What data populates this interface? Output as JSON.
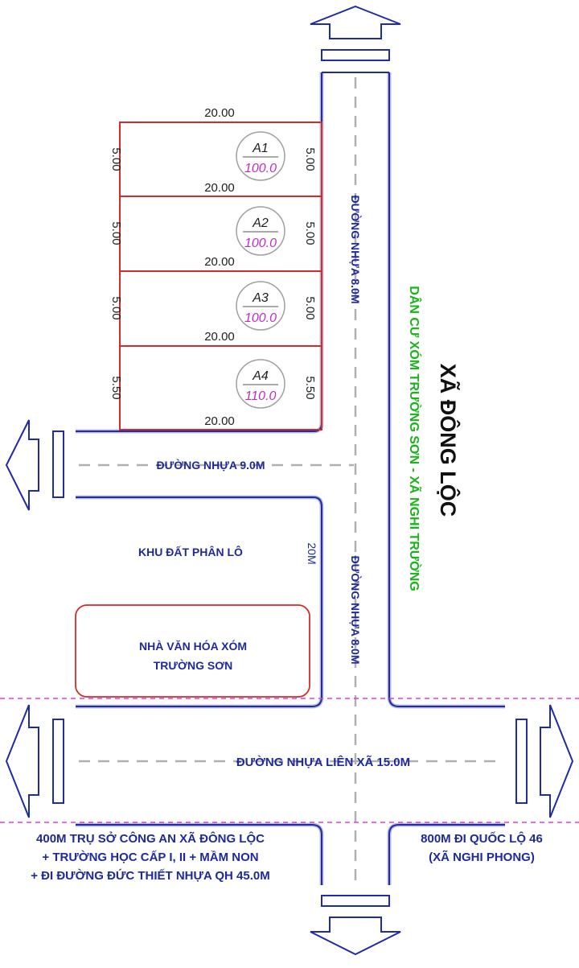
{
  "lots": [
    {
      "id": "A1",
      "area": "100.0",
      "top": "20.00",
      "left": "5.00",
      "right": "5.00"
    },
    {
      "id": "A2",
      "area": "100.0",
      "top": "20.00",
      "left": "5.00",
      "right": "5.00"
    },
    {
      "id": "A3",
      "area": "100.0",
      "top": "20.00",
      "left": "5.00",
      "right": "5.00"
    },
    {
      "id": "A4",
      "area": "110.0",
      "top": "20.00",
      "left": "5.50",
      "right": "5.50",
      "bottom": "20.00"
    }
  ],
  "roads": {
    "main_upper": "ĐƯỜNG NHỰA 8.0M",
    "main_lower": "ĐƯỜNG NHỰA 8.0M",
    "branch": "ĐƯỜNG NHỰA 9.0M",
    "inter_commune": "ĐƯỜNG NHỰA LIÊN XÃ 15.0M",
    "width_note": "20M"
  },
  "labels": {
    "commune": "XÃ ĐÔNG LỘC",
    "residential": "DÂN CƯ XÓM TRƯỜNG SƠN - XÃ NGHI TRƯỜNG",
    "land_area": "KHU ĐẤT PHÂN LÔ",
    "culture_house": [
      "NHÀ VĂN HÓA XÓM",
      "TRƯỜNG SƠN"
    ],
    "left_note": [
      "400M TRỤ SỞ CÔNG AN XÃ ĐÔNG LỘC",
      "+ TRƯỜNG HỌC CẤP I, II + MẦM NON",
      "+ ĐI ĐƯỜNG ĐỨC THIẾT NHỰA QH 45.0M"
    ],
    "right_note": [
      "800M ĐI QUỐC LỘ 46",
      "(XÃ NGHI PHONG)"
    ]
  },
  "colors": {
    "road_edge": "#1f2ba8",
    "lot_border": "#d42a2a",
    "area_text": "#c02cc8",
    "residential_text": "#18b418",
    "label_text": "#1c2a9c",
    "boundary_line": "#e040d0",
    "center_dash": "#b0b0b0"
  }
}
